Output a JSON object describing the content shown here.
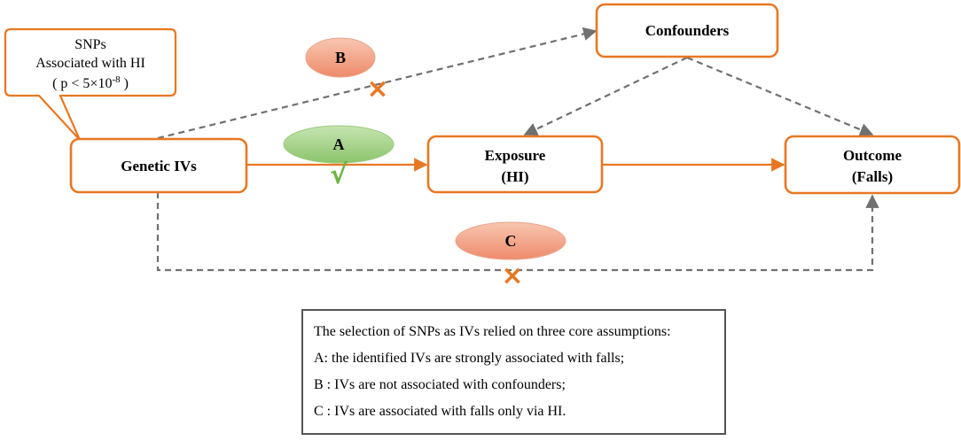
{
  "callout": {
    "line1": "SNPs",
    "line2": "Associated with HI",
    "line3_prefix": "( p < 5×10",
    "line3_exponent": "-8",
    "line3_suffix": " )"
  },
  "nodes": {
    "genetic_ivs": "Genetic IVs",
    "confounders": "Confounders",
    "exposure_line1": "Exposure",
    "exposure_line2": "(HI)",
    "outcome_line1": "Outcome",
    "outcome_line2": "(Falls)"
  },
  "assumptions": {
    "a": "A",
    "b": "B",
    "c": "C",
    "a_mark": "√",
    "b_mark": "×",
    "c_mark": "×"
  },
  "legend": {
    "title": "The selection of SNPs as IVs relied on three core assumptions:",
    "item_a": "A: the identified IVs are strongly associated with falls;",
    "item_b": "B : IVs are not associated with confounders;",
    "item_c": "C : IVs are associated with falls only via HI."
  },
  "colors": {
    "orange": "#E87722",
    "dashed_gray": "#707070",
    "green_ellipse": "#A8D48C",
    "salmon_ellipse": "#F3A488",
    "check_green": "#6CB33F"
  }
}
